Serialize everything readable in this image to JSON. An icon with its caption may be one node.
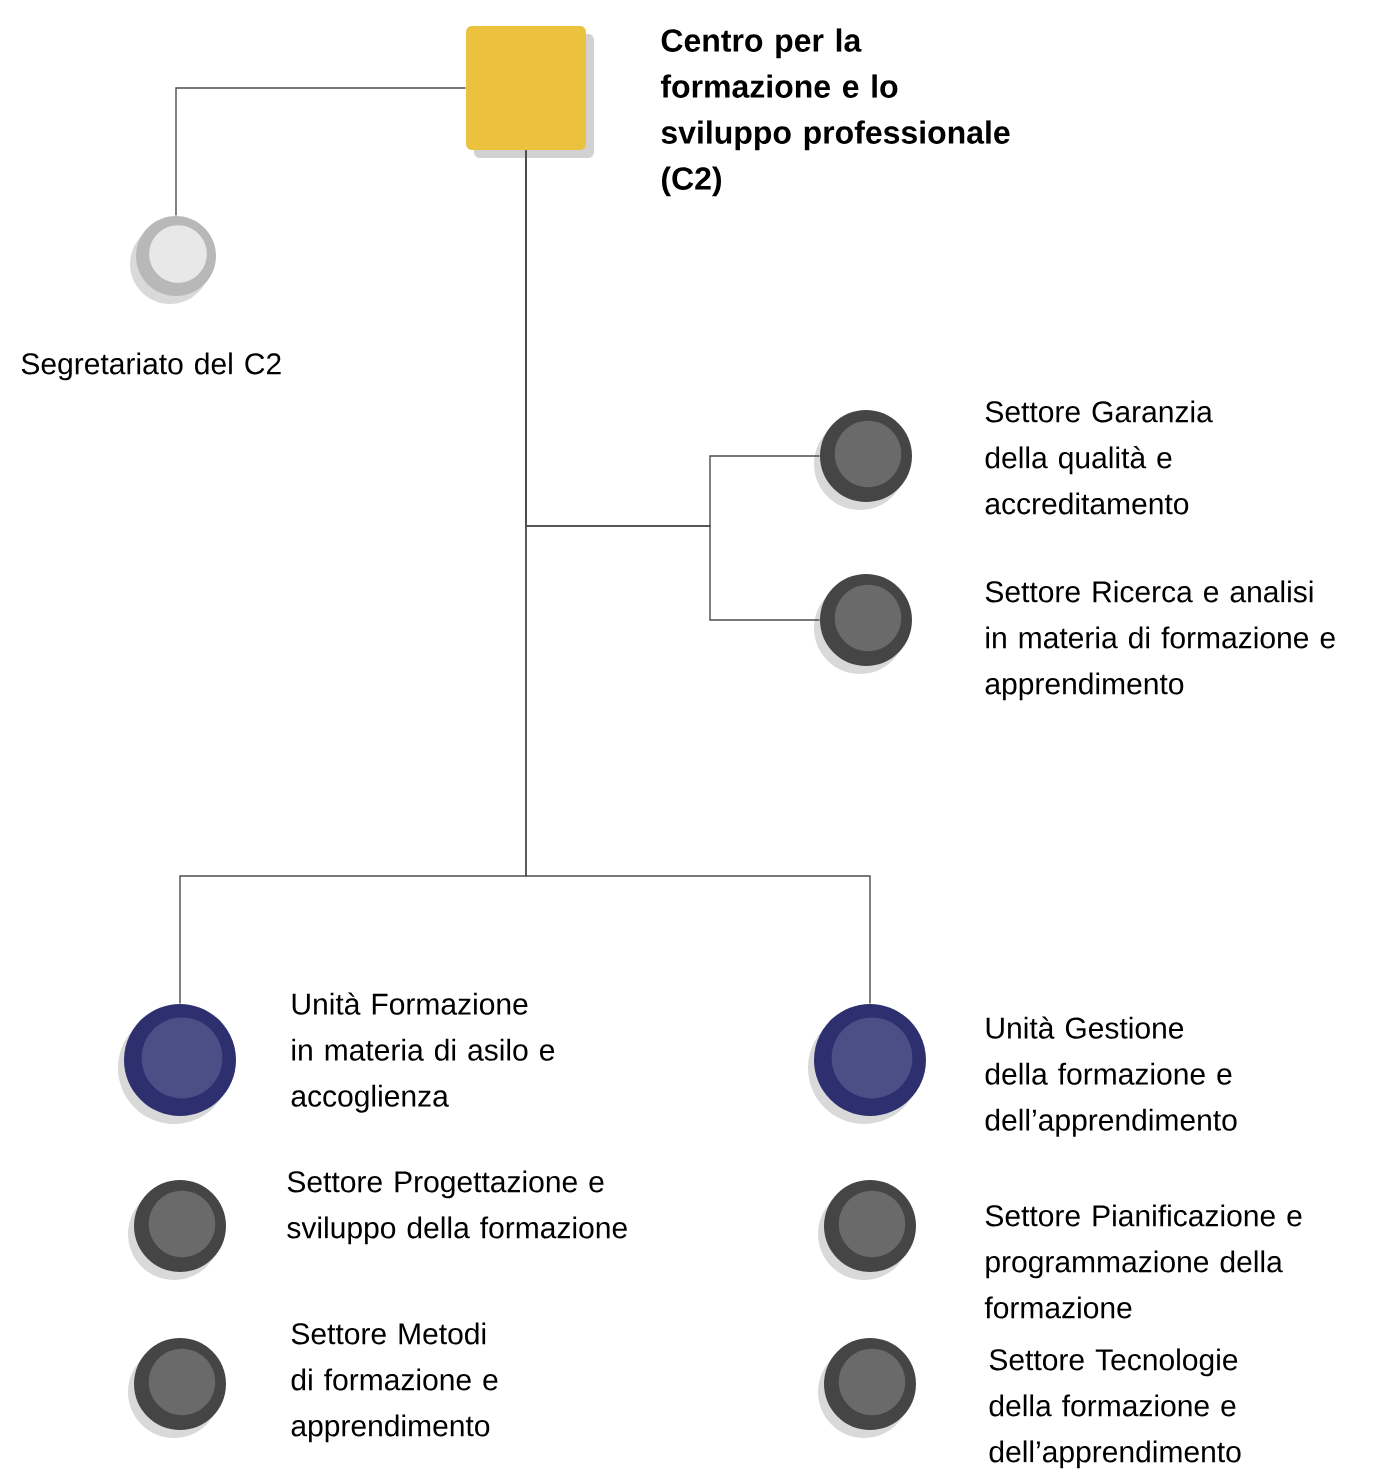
{
  "diagram": {
    "nodes": [
      {
        "text": [
          "Centro per la formazione e lo sviluppo professionale (C2)"
        ]
      },
      {
        "text": [
          "Segretariato del C2"
        ]
      },
      {
        "text": [
          "Settore Garanzia della qualità e accreditamento"
        ]
      },
      {
        "text": [
          "Settore Ricerca e analisi in materia di formazione e apprendimento"
        ]
      },
      {
        "text": [
          "Unità Formazione in materia di asilo e accoglienza"
        ]
      },
      {
        "text": [
          "Unità Gestione della formazione e dell’apprendimento"
        ]
      },
      {
        "text": [
          "Settore Progettazione e sviluppo della formazione"
        ]
      },
      {
        "text": [
          "Settore Pianificazione e programmazione della formazione"
        ]
      },
      {
        "text": [
          "Settore Metodi di formazione e apprendimento"
        ]
      },
      {
        "text": [
          "Settore Tecnologie della formazione e dell’apprendimento"
        ]
      }
    ],
    "edges": [
      {
        "from": 0,
        "to": 1,
        "arrow": "none"
      },
      {
        "from": 0,
        "to": 2,
        "arrow": "none"
      },
      {
        "from": 0,
        "to": 3,
        "arrow": "none"
      },
      {
        "from": 0,
        "to": 4,
        "arrow": "none"
      },
      {
        "from": 0,
        "to": 5,
        "arrow": "none"
      }
    ]
  }
}
